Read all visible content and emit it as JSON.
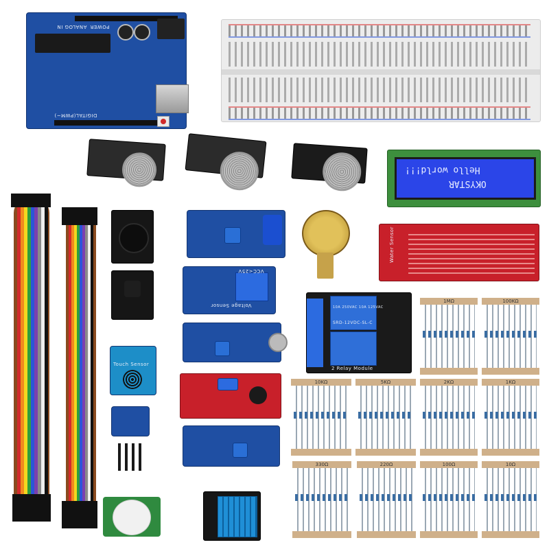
{
  "arduino": {
    "board_label": "DIGITAL(PWM~)",
    "power_label": "POWER",
    "analog_label": "ANALOG IN"
  },
  "lcd": {
    "line1": "Hello world!!!",
    "line2": "OKYSTAR"
  },
  "sensors": {
    "voltage_label": "Voltage Sensor",
    "voltage_rating": "VCC<25V",
    "touch_label": "Touch Sensor",
    "water_label": "Water Sensor",
    "relay_label": "2 Relay Module",
    "relay_text": "SRD-12VDC-SL-C",
    "relay_spec": "10A 250VAC 10A 125VAC"
  },
  "resistors": [
    {
      "value": "1MΩ"
    },
    {
      "value": "100KΩ"
    },
    {
      "value": "10KΩ"
    },
    {
      "value": "5KΩ"
    },
    {
      "value": "2KΩ"
    },
    {
      "value": "1KΩ"
    },
    {
      "value": "330Ω"
    },
    {
      "value": "220Ω"
    },
    {
      "value": "100Ω"
    },
    {
      "value": "10Ω"
    }
  ],
  "colors": {
    "pcb_blue": "#1f4fa3",
    "pcb_red": "#c8202a",
    "lcd_blue": "#2b45e8",
    "breadboard": "#ececec"
  }
}
